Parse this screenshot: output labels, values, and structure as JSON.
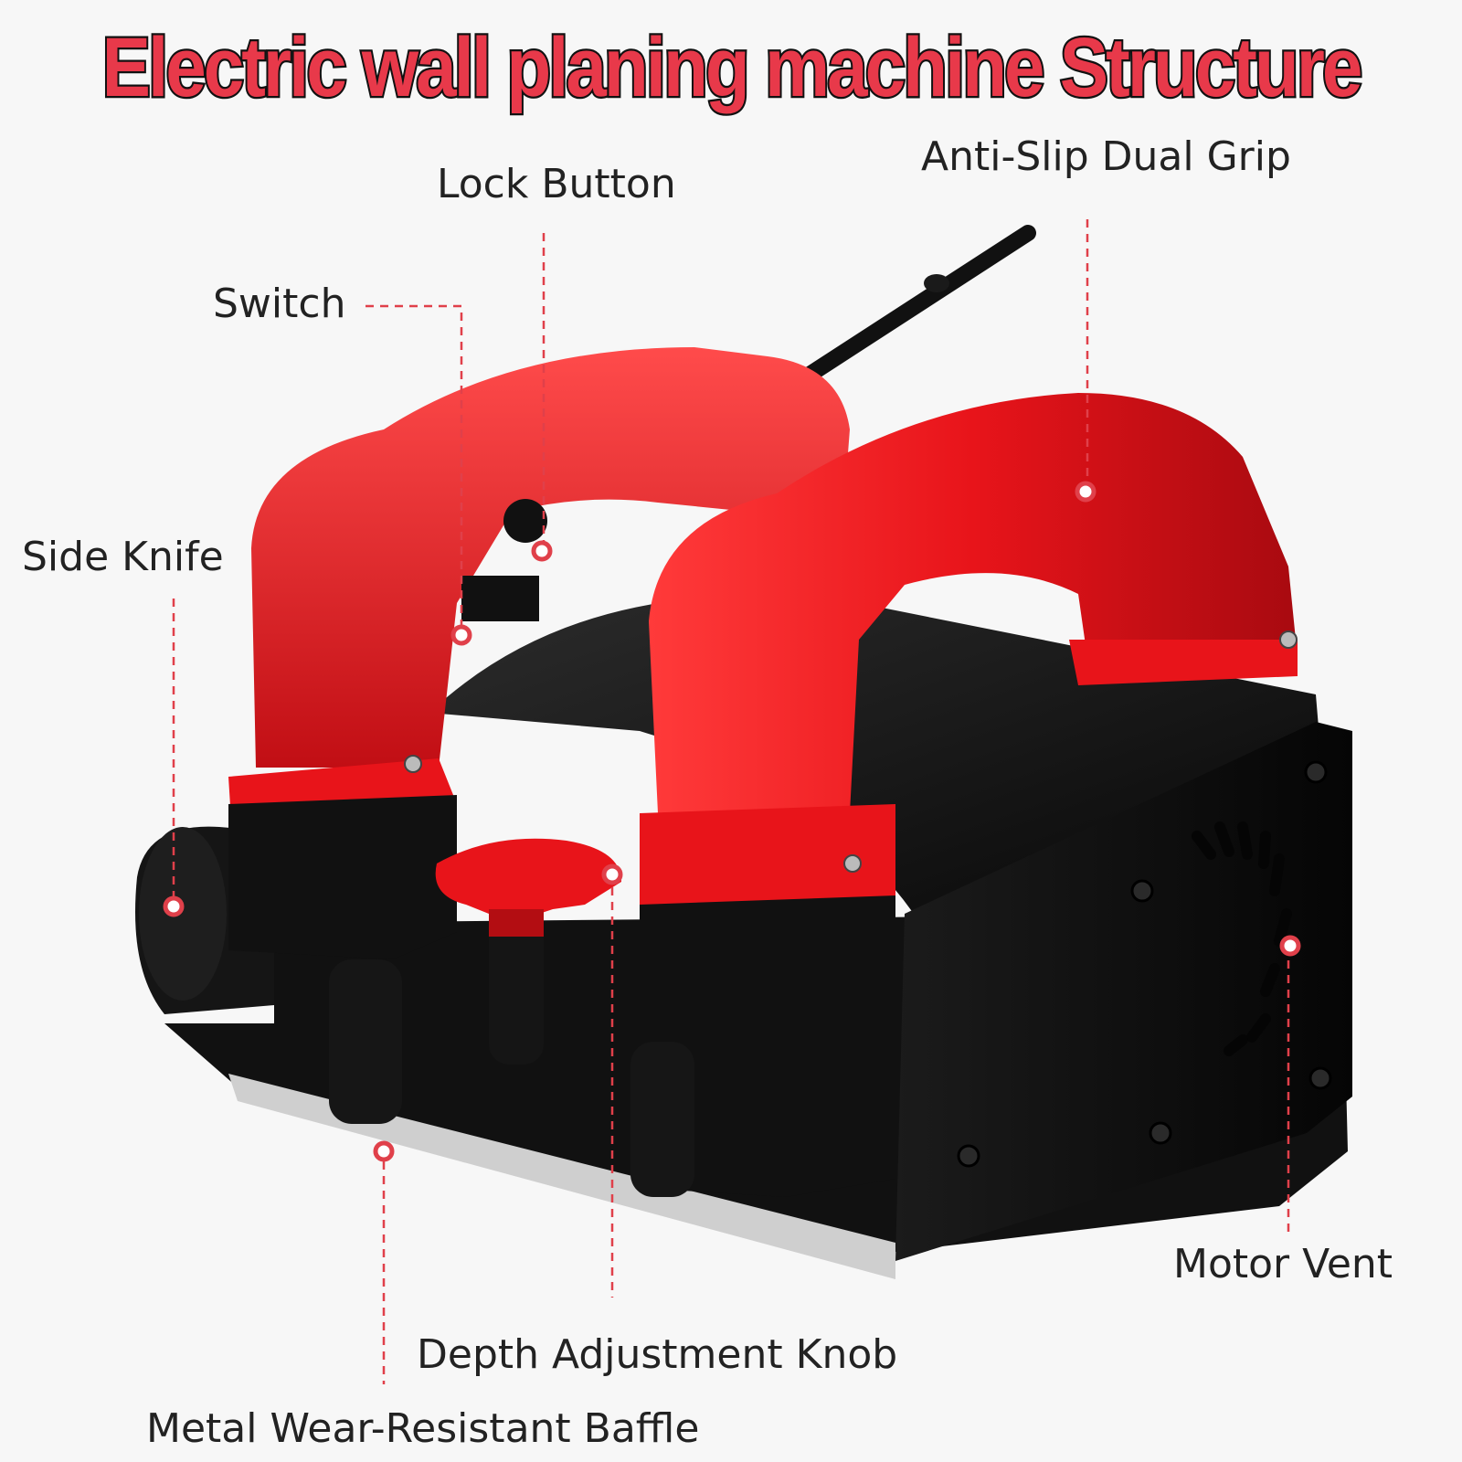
{
  "title": "Electric wall planing machine Structure",
  "labels": {
    "lock_button": "Lock Button",
    "anti_slip_grip": "Anti-Slip Dual Grip",
    "switch": "Switch",
    "side_knife": "Side Knife",
    "motor_vent": "Motor Vent",
    "depth_knob": "Depth Adjustment Knob",
    "metal_baffle": "Metal Wear-Resistant Baffle"
  },
  "colors": {
    "title_fill": "#e8394a",
    "accent_red": "#e8141a",
    "body_black": "#141414",
    "leader_line": "#e0404a"
  }
}
